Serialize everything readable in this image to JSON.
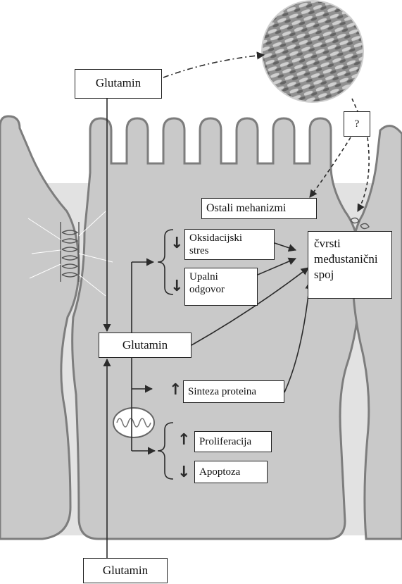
{
  "glutamin_lumen": "Glutamin",
  "glutamin_cell": "Glutamin",
  "glutamin_blood": "Glutamin",
  "question": "?",
  "ostali": "Ostali mehanizmi",
  "oksidacijski": [
    "Oksidacijski",
    "stres"
  ],
  "upalni": [
    "Upalni",
    "odgovor"
  ],
  "tight_junction": [
    "čvrsti",
    "međustanični",
    "spoj"
  ],
  "sinteza": "Sinteza proteina",
  "proliferacija": "Proliferacija",
  "apoptoza": "Apoptoza",
  "glyphs": {
    "down": "↓",
    "up": "↑"
  },
  "colors": {
    "cell_fill": "#c9c9c9",
    "cell_edge": "#7d7d7d",
    "line": "#2b2b2b"
  },
  "icons": [
    "bacteria-micrograph-icon",
    "mitochondrion-icon",
    "desmosome-icon"
  ]
}
